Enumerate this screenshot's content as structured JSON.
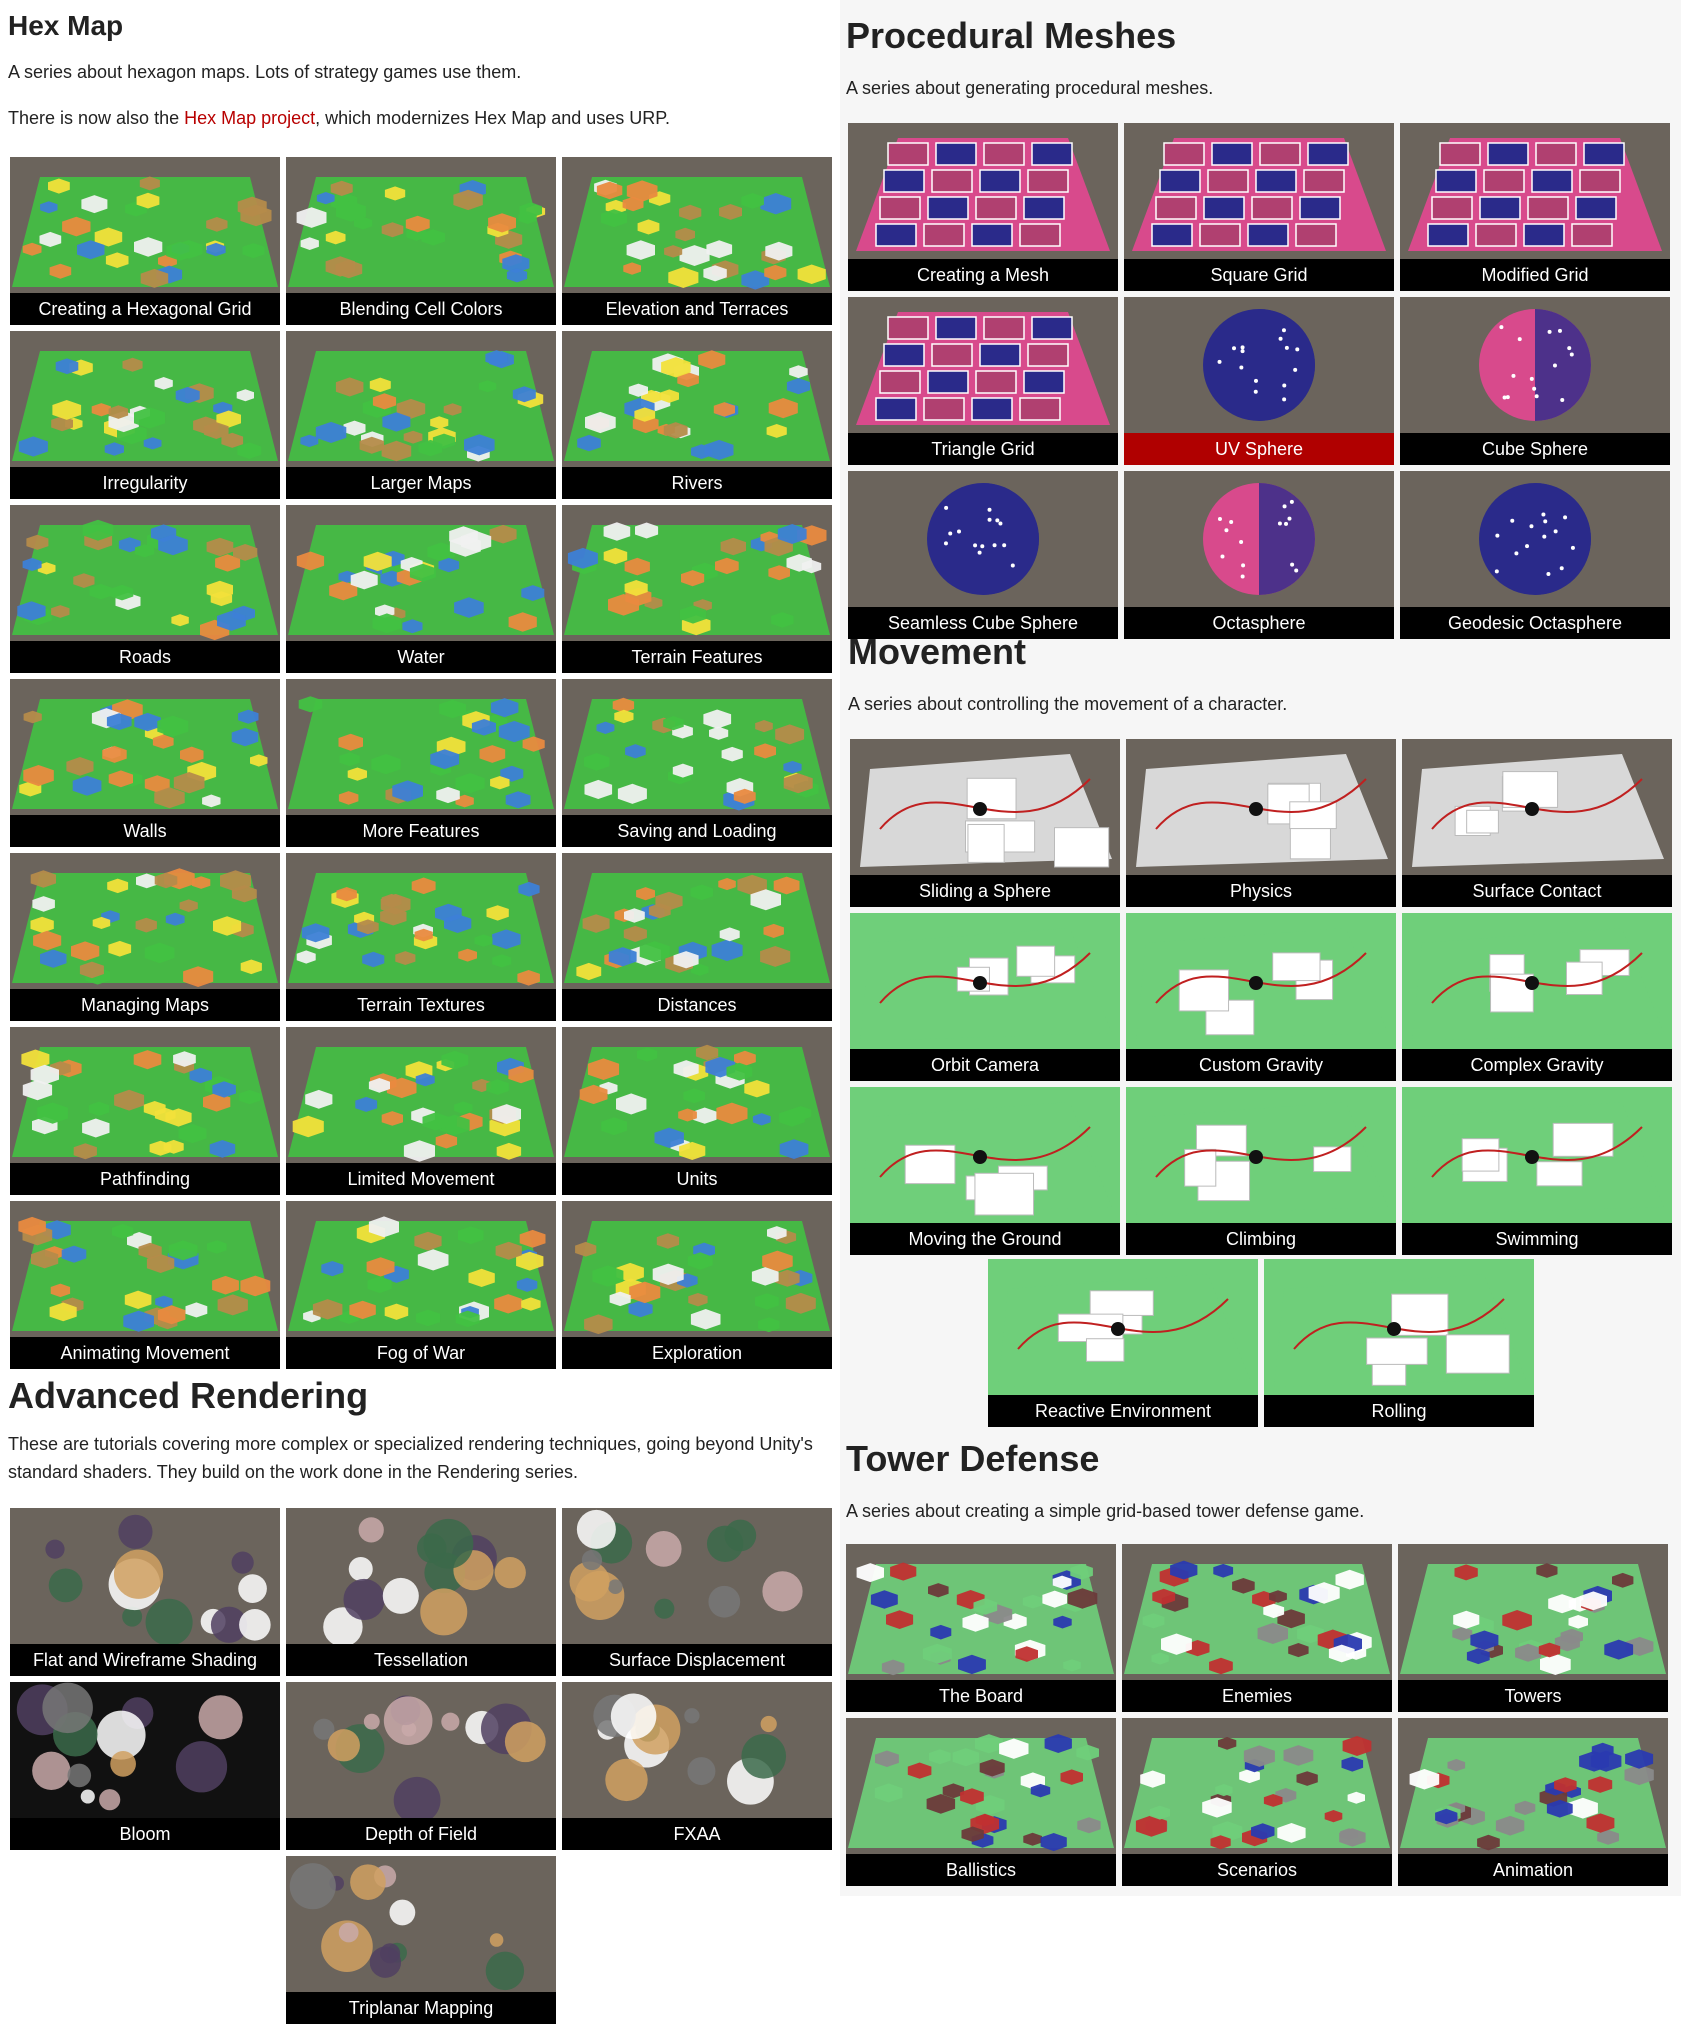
{
  "hexmap": {
    "title": "Hex Map",
    "intro": "A series about hexagon maps. Lots of strategy games use them.",
    "note_before": "There is now also the ",
    "note_link": "Hex Map project",
    "note_after": ", which modernizes Hex Map and uses URP.",
    "tiles": [
      "Creating a Hexagonal Grid",
      "Blending Cell Colors",
      "Elevation and Terraces",
      "Irregularity",
      "Larger Maps",
      "Rivers",
      "Roads",
      "Water",
      "Terrain Features",
      "Walls",
      "More Features",
      "Saving and Loading",
      "Managing Maps",
      "Terrain Textures",
      "Distances",
      "Pathfinding",
      "Limited Movement",
      "Units",
      "Animating Movement",
      "Fog of War",
      "Exploration"
    ]
  },
  "advanced": {
    "title": "Advanced Rendering",
    "intro": "These are tutorials covering more complex or specialized rendering techniques, going beyond Unity's standard shaders. They build on the work done in the Rendering series.",
    "tiles": [
      "Flat and Wireframe Shading",
      "Tessellation",
      "Surface Displacement",
      "Bloom",
      "Depth of Field",
      "FXAA"
    ],
    "tiles_last": [
      "Triplanar Mapping"
    ]
  },
  "procedural": {
    "title": "Procedural Meshes",
    "intro": "A series about generating procedural meshes.",
    "tiles": [
      "Creating a Mesh",
      "Square Grid",
      "Modified Grid",
      "Triangle Grid",
      "UV Sphere",
      "Cube Sphere",
      "Seamless Cube Sphere",
      "Octasphere",
      "Geodesic Octasphere"
    ],
    "active": "UV Sphere"
  },
  "movement": {
    "title": "Movement",
    "intro": "A series about controlling the movement of a character.",
    "tiles": [
      "Sliding a Sphere",
      "Physics",
      "Surface Contact",
      "Orbit Camera",
      "Custom Gravity",
      "Complex Gravity",
      "Moving the Ground",
      "Climbing",
      "Swimming"
    ],
    "tiles_last": [
      "Reactive Environment",
      "Rolling"
    ]
  },
  "tower": {
    "title": "Tower Defense",
    "intro": "A series about creating a simple grid-based tower defense game.",
    "tiles": [
      "The Board",
      "Enemies",
      "Towers",
      "Ballistics",
      "Scenarios",
      "Animation"
    ]
  },
  "theme": {
    "caption_bg": "#000000",
    "active_caption_bg": "#b00000",
    "link_color": "#b80000",
    "thumb_bg": "#6b645c"
  }
}
